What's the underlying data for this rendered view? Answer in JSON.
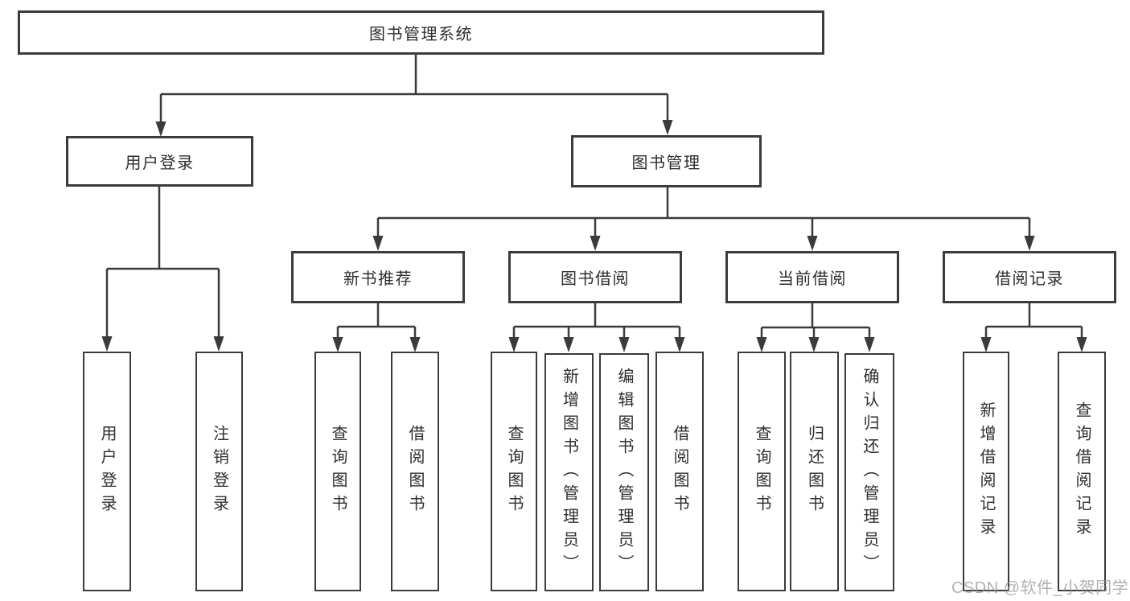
{
  "tree": {
    "root": {
      "label": "图书管理系统",
      "children": [
        {
          "label": "用户登录",
          "children": [
            {
              "label": "用户登录"
            },
            {
              "label": "注销登录"
            }
          ]
        },
        {
          "label": "图书管理",
          "children": [
            {
              "label": "新书推荐",
              "children": [
                {
                  "label": "查询图书"
                },
                {
                  "label": "借阅图书"
                }
              ]
            },
            {
              "label": "图书借阅",
              "children": [
                {
                  "label": "查询图书"
                },
                {
                  "label": "新增图书（管理员）"
                },
                {
                  "label": "编辑图书（管理员）"
                },
                {
                  "label": "借阅图书"
                }
              ]
            },
            {
              "label": "当前借阅",
              "children": [
                {
                  "label": "查询图书"
                },
                {
                  "label": "归还图书"
                },
                {
                  "label": "确认归还（管理员）"
                }
              ]
            },
            {
              "label": "借阅记录",
              "children": [
                {
                  "label": "新增借阅记录"
                },
                {
                  "label": "查询借阅记录"
                }
              ]
            }
          ]
        }
      ]
    }
  },
  "watermark": {
    "text": "CSDN @软件_小贺同学"
  },
  "colors": {
    "line": "#3b3b3b",
    "text": "#2e2e2e",
    "watermark": "#969696"
  }
}
